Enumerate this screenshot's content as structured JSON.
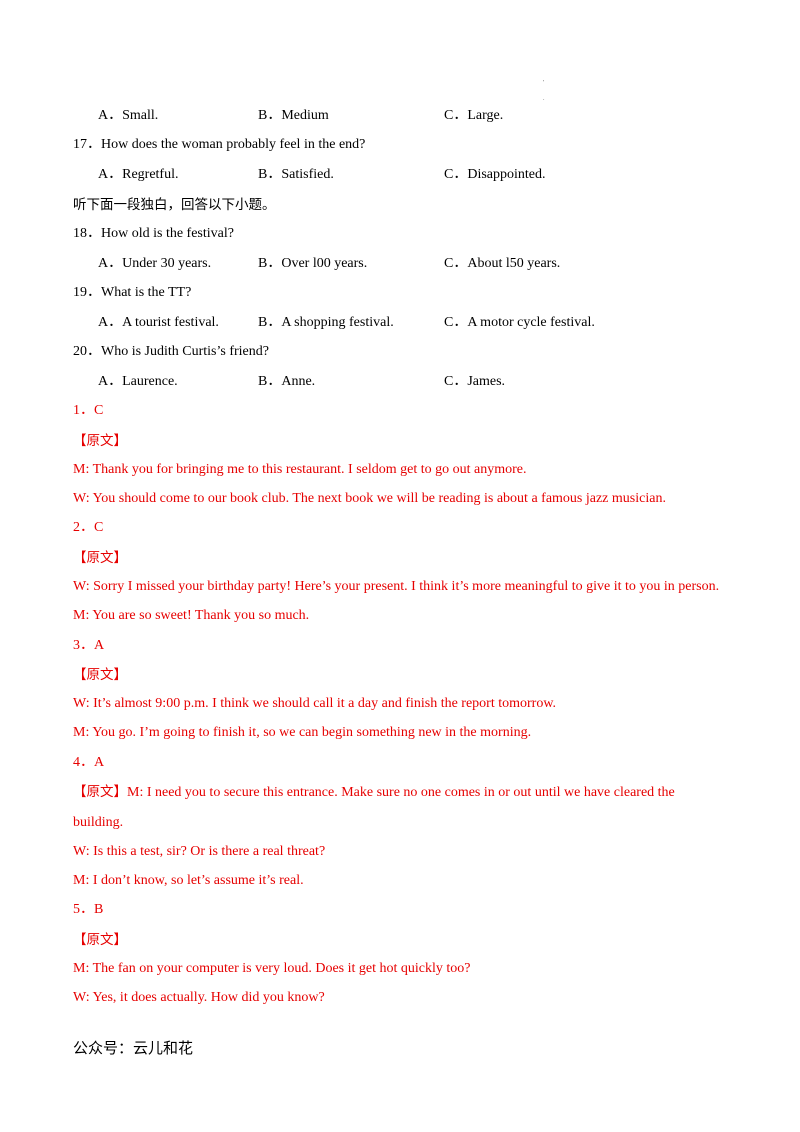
{
  "questions_top": {
    "q16_options": [
      "A．Small.",
      "B．Medium",
      "C．Large."
    ],
    "q17": {
      "stem": "17．How does the woman probably feel in the end?",
      "options": [
        "A．Regretful.",
        "B．Satisfied.",
        "C．Disappointed."
      ]
    },
    "monologue_instruction": "听下面一段独白，回答以下小题。",
    "q18": {
      "stem": "18．How old is the festival?",
      "options": [
        "A．Under 30 years.",
        "B．Over l00 years.",
        "C．About l50 years."
      ]
    },
    "q19": {
      "stem": "19．What is the TT?",
      "options": [
        "A．A tourist festival.",
        "B．A shopping festival.",
        "C．A motor cycle festival."
      ]
    },
    "q20": {
      "stem": "20．Who is Judith Curtis’s friend?",
      "options": [
        "A．Laurence.",
        "B．Anne.",
        "C．James."
      ]
    }
  },
  "answers": {
    "a1": {
      "answer": "1．C",
      "label": "【原文】",
      "lines": [
        "M: Thank you for bringing me to this restaurant. I seldom get to go out anymore.",
        "W: You should come to our book club. The next book we will be reading is about a famous jazz musician."
      ]
    },
    "a2": {
      "answer": "2．C",
      "label": "【原文】",
      "lines": [
        "W: Sorry I missed your birthday party! Here’s your present. I think it’s more meaningful to give it to you in person.",
        "M: You are so sweet! Thank you so much."
      ]
    },
    "a3": {
      "answer": "3．A",
      "label": "【原文】",
      "lines": [
        "W: It’s almost 9:00 p.m. I think we should call it a day and finish the report tomorrow.",
        "M: You go. I’m going to finish it, so we can begin something new in the morning."
      ]
    },
    "a4": {
      "answer": "4．A",
      "label": "【原文】",
      "first_line": "M: I need you to secure this entrance. Make sure no one comes in or out until we have cleared the",
      "lines": [
        "building.",
        "W: Is this a test, sir? Or is there a real threat?",
        "M: I don’t know, so let’s assume it’s real."
      ]
    },
    "a5": {
      "answer": "5．B",
      "label": "【原文】",
      "lines": [
        "M: The fan on your computer is very loud. Does it get hot quickly too?",
        "W: Yes, it does actually. How did you know?"
      ]
    }
  },
  "footer": {
    "text": "公众号：云儿和花"
  },
  "colors": {
    "text": "#000000",
    "answer_red": "#e60000"
  }
}
